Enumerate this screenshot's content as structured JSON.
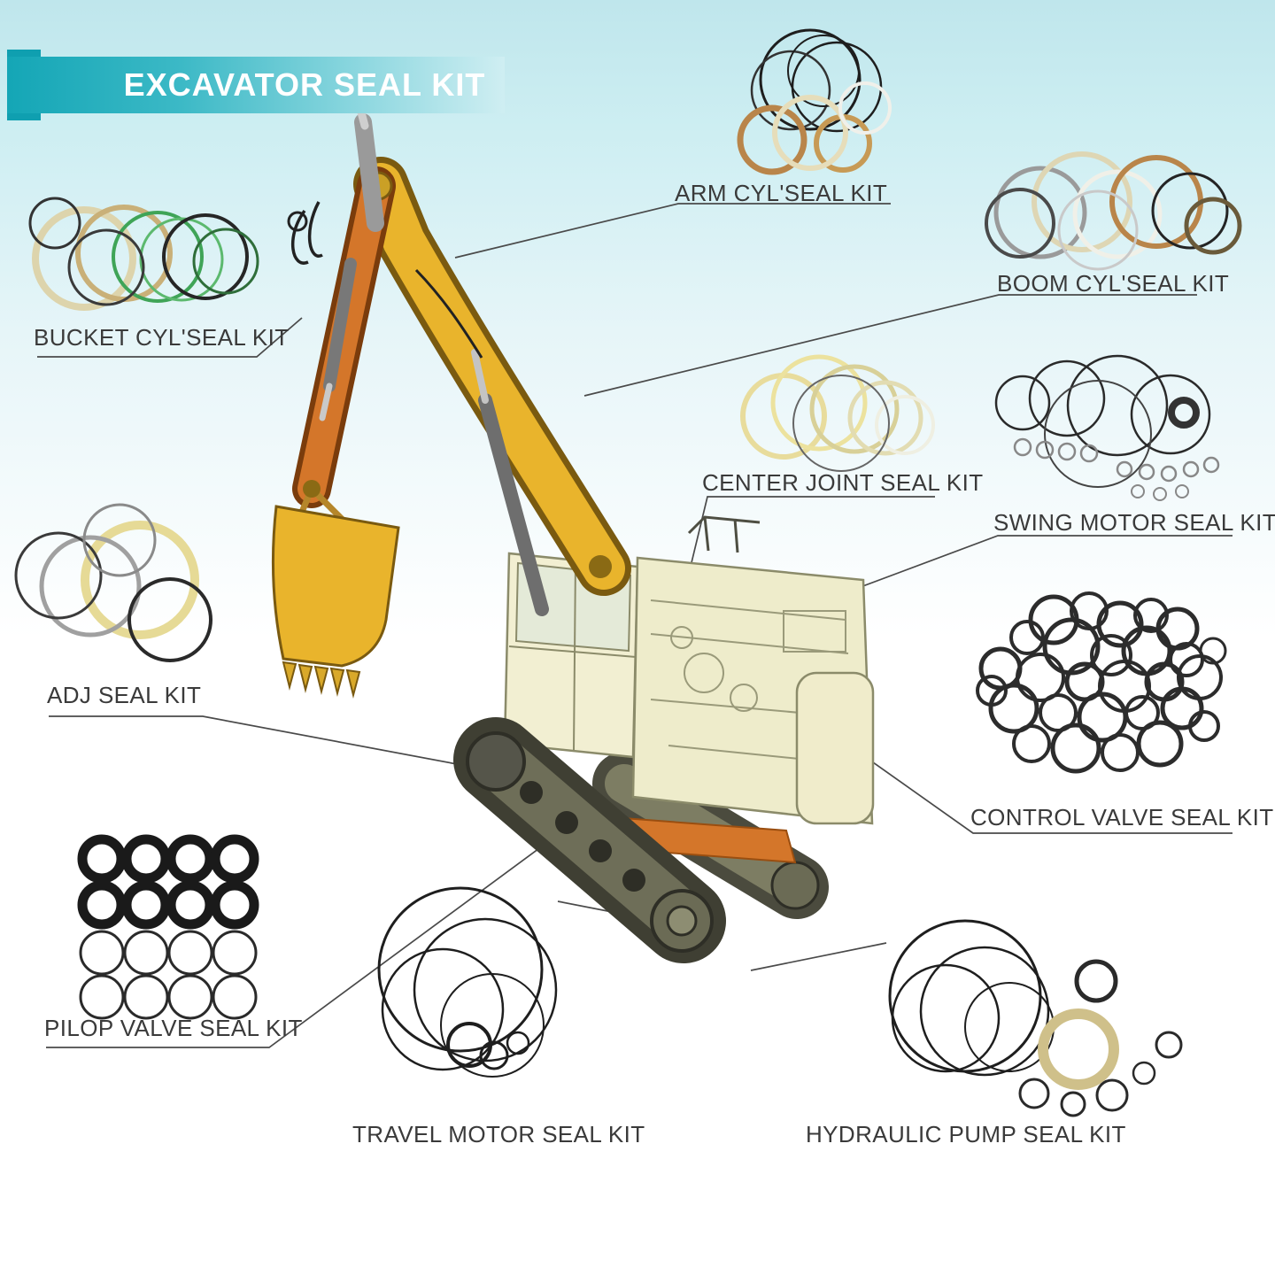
{
  "title": "EXCAVATOR SEAL KIT",
  "labels": {
    "arm": "ARM CYL'SEAL KIT",
    "boom": "BOOM CYL'SEAL KIT",
    "bucket": "BUCKET CYL'SEAL KIT",
    "center_joint": "CENTER JOINT SEAL KIT",
    "swing_motor": "SWING MOTOR SEAL KIT",
    "adj": "ADJ SEAL KIT",
    "control_valve": "CONTROL VALVE SEAL KIT",
    "pilop_valve": "PILOP VALVE SEAL KIT",
    "travel_motor": "TRAVEL MOTOR SEAL KIT",
    "hydraulic_pump": "HYDRAULIC PUMP SEAL KIT"
  },
  "colors": {
    "banner_teal": "#14a6b6",
    "excavator_yellow": "#e9b42c",
    "excavator_orange": "#d4762a",
    "label_text": "#3a3a3a"
  }
}
